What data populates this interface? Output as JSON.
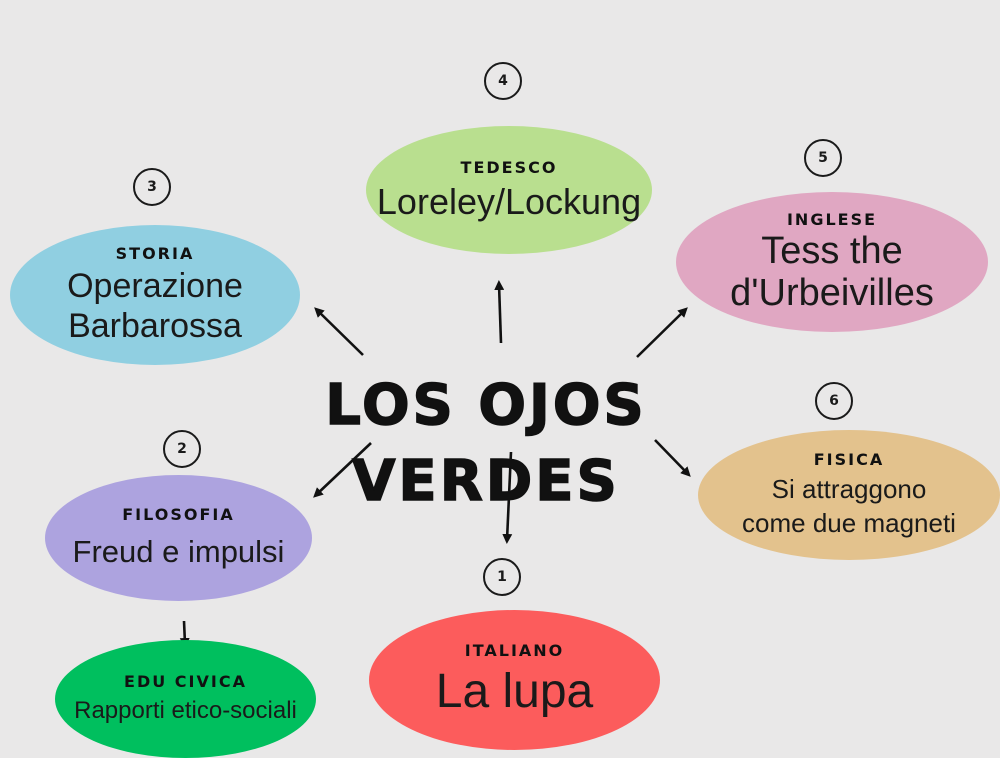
{
  "title": "LOS OJOS VERDES",
  "nodes": {
    "tedesco": {
      "number": "4",
      "subject": "TEDESCO",
      "topic": "Loreley/Lockung",
      "color": "#b9df8f"
    },
    "storia": {
      "number": "3",
      "subject": "STORIA",
      "topic": "Operazione\nBarbarossa",
      "color": "#90cfe1"
    },
    "inglese": {
      "number": "5",
      "subject": "INGLESE",
      "topic": "Tess the\nd'Urbeivilles",
      "color": "#e0a7c2"
    },
    "fisica": {
      "number": "6",
      "subject": "FISICA",
      "topic": "Si attraggono\ncome due magneti",
      "color": "#e3c28d"
    },
    "filosofia": {
      "number": "2",
      "subject": "FILOSOFIA",
      "topic": "Freud e impulsi",
      "color": "#ada3df"
    },
    "italiano": {
      "number": "1",
      "subject": "ITALIANO",
      "topic": "La lupa",
      "color": "#fc5c5c"
    },
    "edu_civica": {
      "subject": "EDU CIVICA",
      "topic": "Rapporti etico-sociali",
      "color": "#00bf5e"
    }
  }
}
